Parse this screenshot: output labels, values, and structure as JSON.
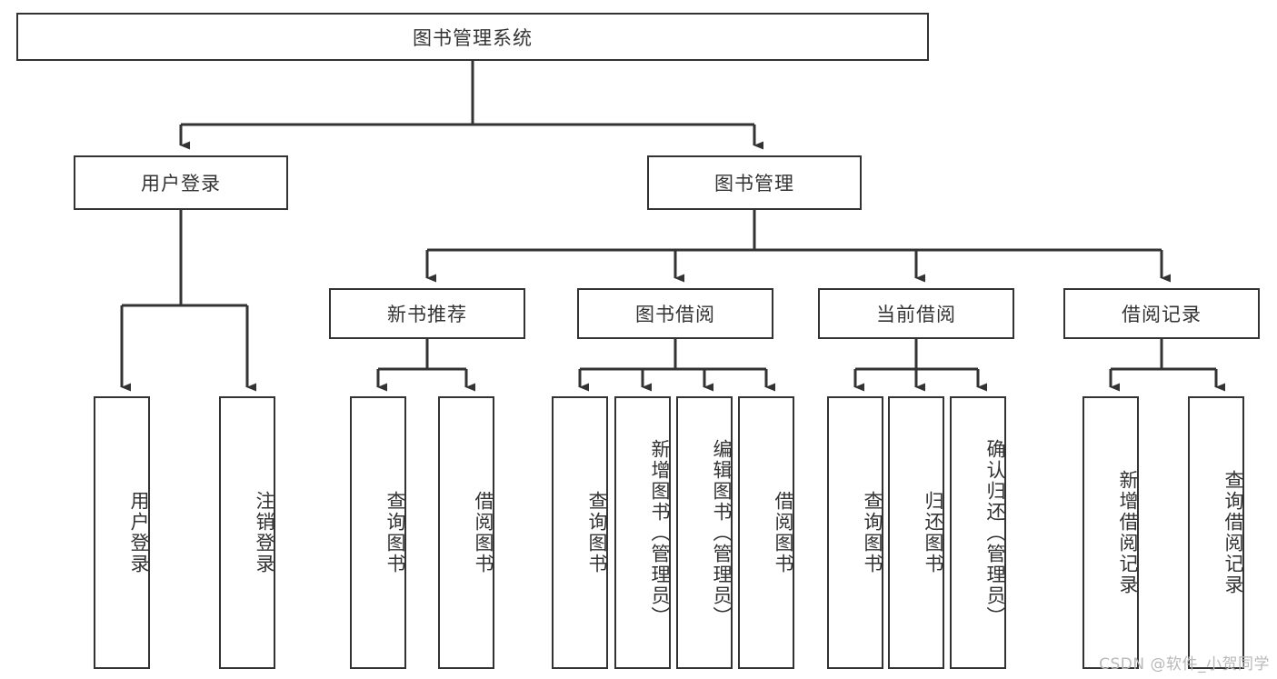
{
  "diagram": {
    "title": "图书管理系统",
    "type": "tree-hierarchy",
    "colors": {
      "stroke": "#333333",
      "fill": "#ffffff",
      "text": "#333333",
      "watermark": "#b9b9b9"
    },
    "root": {
      "label": "图书管理系统"
    },
    "level2": [
      {
        "label": "用户登录"
      },
      {
        "label": "图书管理"
      }
    ],
    "level3": [
      {
        "label": "新书推荐"
      },
      {
        "label": "图书借阅"
      },
      {
        "label": "当前借阅"
      },
      {
        "label": "借阅记录"
      }
    ],
    "leaves": {
      "user_login": [
        {
          "label": "用户登录"
        },
        {
          "label": "注销登录"
        }
      ],
      "new_book_recommend": [
        {
          "label": "查询图书"
        },
        {
          "label": "借阅图书"
        }
      ],
      "book_borrow": [
        {
          "label": "查询图书"
        },
        {
          "label": "新增图书（管理员）"
        },
        {
          "label": "编辑图书（管理员）"
        },
        {
          "label": "借阅图书"
        }
      ],
      "current_borrow": [
        {
          "label": "查询图书"
        },
        {
          "label": "归还图书"
        },
        {
          "label": "确认归还（管理员）"
        }
      ],
      "borrow_record": [
        {
          "label": "新增借阅记录"
        },
        {
          "label": "查询借阅记录"
        }
      ]
    },
    "watermark": "CSDN @软件_小贺同学"
  }
}
